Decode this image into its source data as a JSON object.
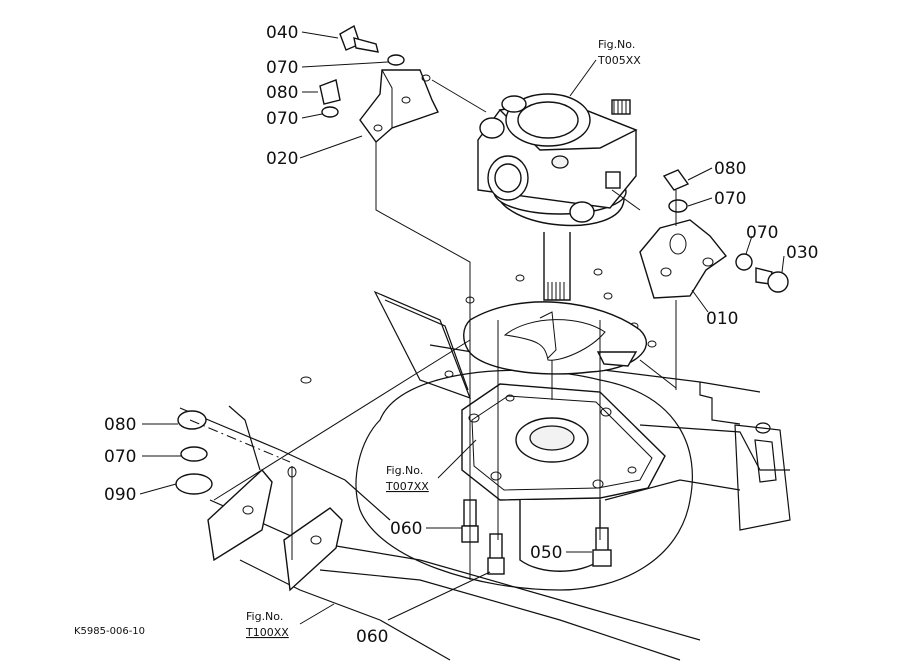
{
  "labels": {
    "p040_top": "040",
    "p070_a": "070",
    "p080_a": "080",
    "p070_b": "070",
    "p020": "020",
    "p080_b": "080",
    "p070_c": "070",
    "p070_d": "070",
    "p030": "030",
    "p010": "010",
    "p080_c": "080",
    "p070_e": "070",
    "p090": "090",
    "p060_a": "060",
    "p050": "050",
    "p060_b": "060"
  },
  "figure_refs": {
    "t005_line1": "Fig.No.",
    "t005_line2": "T005XX",
    "t007_line1": "Fig.No.",
    "t007_line2": "T007XX",
    "t100_line1": "Fig.No.",
    "t100_line2": "T100XX"
  },
  "drawing_code": "K5985-006-10",
  "colors": {
    "ink": "#111111",
    "paper": "#ffffff",
    "shade": "#f2f2f2"
  }
}
